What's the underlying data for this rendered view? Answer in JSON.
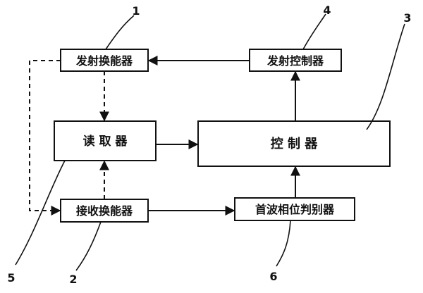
{
  "nodes": {
    "transmit_transducer": "发射换能器",
    "transmit_controller": "发射控制器",
    "reader": "读 取 器",
    "controller": "控 制 器",
    "receive_transducer": "接收换能器",
    "first_wave_phase_discriminator": "首波相位判别器"
  },
  "callouts": {
    "n1": "1",
    "n2": "2",
    "n3": "3",
    "n4": "4",
    "n5": "5",
    "n6": "6"
  }
}
